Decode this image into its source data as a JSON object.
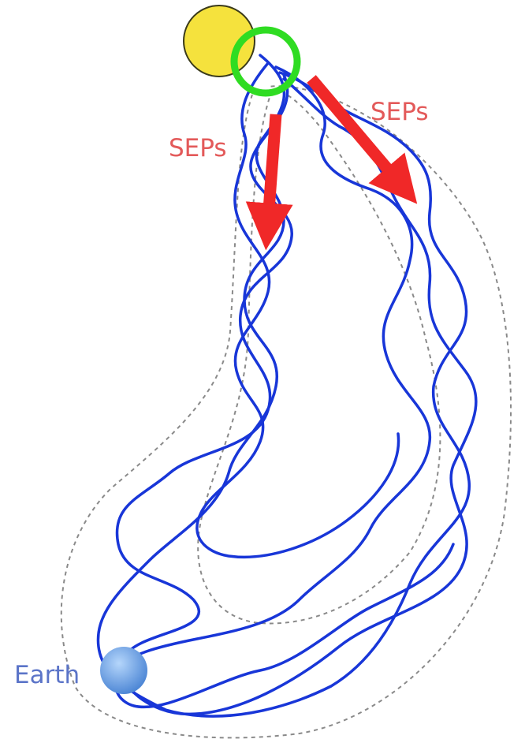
{
  "labels": {
    "sep_left": "SEPs",
    "sep_right": "SEPs",
    "earth": "Earth"
  },
  "colors": {
    "sun": "#f5e23d",
    "sun_outline": "#3a3a1a",
    "source_ring": "#2fdc22",
    "field_line": "#1836d8",
    "flux_tube_boundary": "#8a8a8a",
    "sep_arrow": "#f02828",
    "sep_text": "#e35a5a",
    "earth": "#6aa1e6",
    "earth_text": "#5b74c8"
  }
}
